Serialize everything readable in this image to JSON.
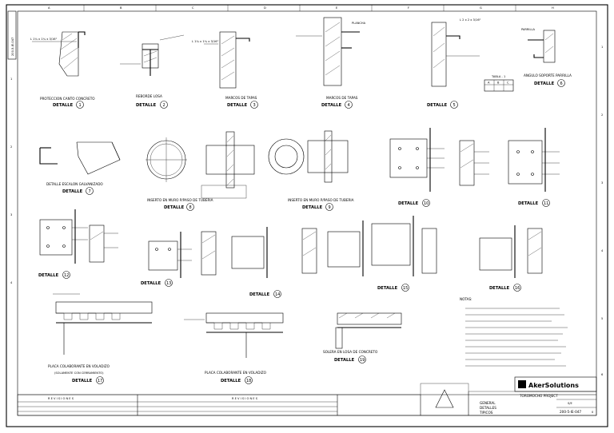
{
  "sheet_id_vertical": "200-5-IE-047",
  "grid": {
    "columns": [
      "A",
      "B",
      "C",
      "D",
      "E",
      "F",
      "G",
      "H"
    ],
    "rows": [
      "1",
      "2",
      "3",
      "4",
      "5",
      "6"
    ]
  },
  "details_row1": [
    {
      "caption": "PROTECCION CANTO CONCRETO",
      "word": "DETALLE",
      "num": "1",
      "note": "L 1¼ x 1¼ x 3/16\""
    },
    {
      "caption": "REBORDE LOSA",
      "word": "DETALLE",
      "num": "2",
      "note": ""
    },
    {
      "caption": "MARCOS DE TAPAS",
      "word": "DETALLE",
      "num": "3",
      "note": "L 1¼ x 1¼ x 3/16\""
    },
    {
      "caption": "MARCOS DE TAPAS",
      "word": "DETALLE",
      "num": "4",
      "note": "PLANCHA"
    },
    {
      "caption": "",
      "word": "DETALLE",
      "num": "5",
      "note": "L 2 x 2 x 3/16\""
    },
    {
      "caption": "ANGULO SOPORTE PARRILLA",
      "word": "DETALLE",
      "num": "6",
      "note": "PARRILLA"
    }
  ],
  "details_row2": [
    {
      "caption": "DETALLE ESCALON GALVANIZADO",
      "word": "DETALLE",
      "num": "7"
    },
    {
      "caption": "INSERTO EN MURO P/PASO DE TUBERIA",
      "word": "DETALLE",
      "num": "8"
    },
    {
      "caption": "INSERTO EN MURO P/PASO DE TUBERIA",
      "word": "DETALLE",
      "num": "9"
    },
    {
      "caption": "",
      "word": "DETALLE",
      "num": "10"
    },
    {
      "caption": "",
      "word": "DETALLE",
      "num": "11"
    }
  ],
  "details_row3": [
    {
      "word": "DETALLE",
      "num": "12"
    },
    {
      "word": "DETALLE",
      "num": "13"
    },
    {
      "word": "DETALLE",
      "num": "14"
    },
    {
      "word": "DETALLE",
      "num": "15"
    },
    {
      "word": "DETALLE",
      "num": "16"
    }
  ],
  "details_row4": [
    {
      "caption": "PLACA COLABORANTE EN VOLADIZO",
      "subcaption": "(SOLAMENTE CON CERRAMIENTO)",
      "word": "DETALLE",
      "num": "17"
    },
    {
      "caption": "PLACA COLABORANTE EN VOLADIZO",
      "subcaption": "",
      "word": "DETALLE",
      "num": "18"
    },
    {
      "caption": "SOLERA EN LOSA DE CONCRETO",
      "subcaption": "",
      "word": "DETALLE",
      "num": "19"
    }
  ],
  "table_right": {
    "title": "TABLA - 1",
    "cols": [
      "A",
      "B",
      "C"
    ]
  },
  "notas_title": "NOTAS:",
  "title_block": {
    "company": "AkerSolutions",
    "project": "TOROMOCHO PROJECT",
    "title_lines": [
      "GENERAL",
      "DETALLES",
      "TIPICOS"
    ],
    "sheet_no": "200-5-IE-047",
    "rev": "0",
    "scale": "S/E",
    "revision_header": "R E V I S I O N E S",
    "revision_header_2": "R E V I S I O N E S"
  }
}
